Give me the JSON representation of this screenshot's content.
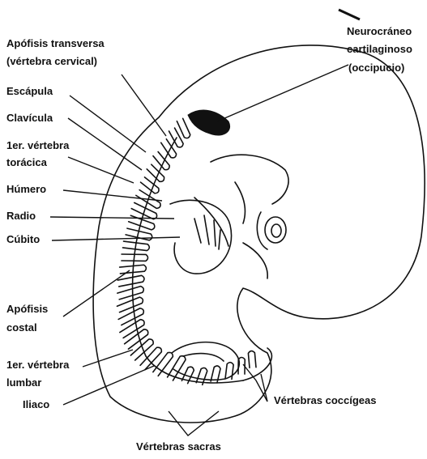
{
  "labels": {
    "apofisis_transversa_1": "Apófisis transversa",
    "apofisis_transversa_2": "(vértebra cervical)",
    "escapula": "Escápula",
    "clavicula": "Clavícula",
    "toracica_1": "1er. vértebra",
    "toracica_2": "torácica",
    "humero": "Húmero",
    "radio": "Radio",
    "cubito": "Cúbito",
    "apofisis_costal_1": "Apófisis",
    "apofisis_costal_2": "costal",
    "lumbar_1": "1er. vértebra",
    "lumbar_2": "lumbar",
    "iliaco": "Iliaco",
    "neurocraneo_1": "Neurocráneo",
    "neurocraneo_2": "cartilaginoso",
    "neurocraneo_3": "(occipucio)",
    "coccigeas": "Vértebras coccígeas",
    "sacras": "Vértebras sacras"
  },
  "colors": {
    "ink": "#111111",
    "background": "#ffffff"
  }
}
